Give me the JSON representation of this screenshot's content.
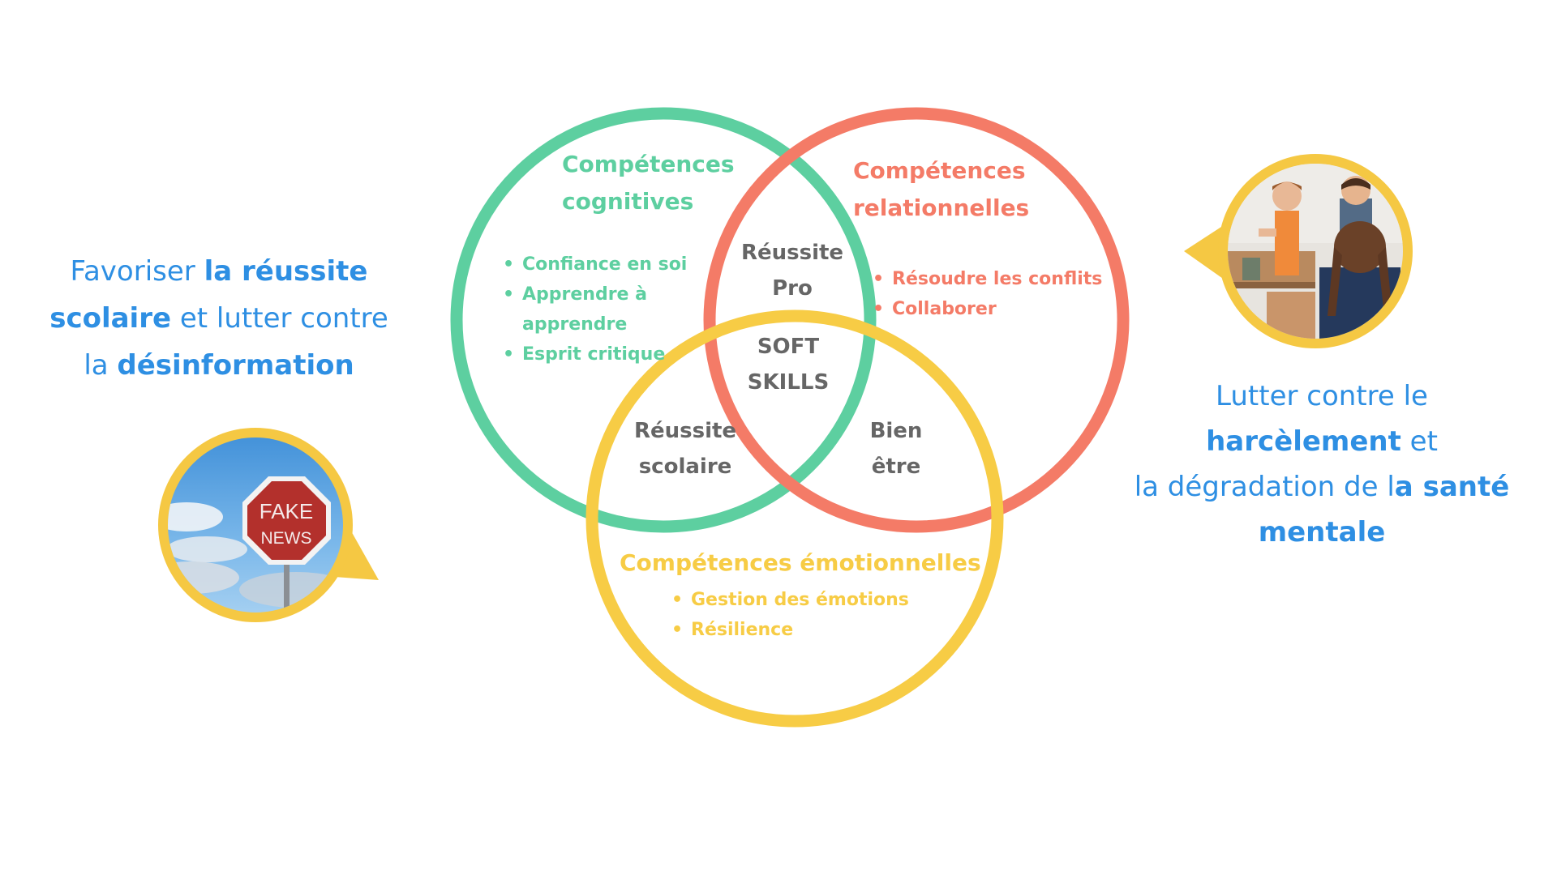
{
  "colors": {
    "cognitive": "#5dcfa0",
    "relational": "#f47b67",
    "emotional": "#f7cc45",
    "center_text": "#666666",
    "side_text": "#2e8fe3",
    "marker": "#f5c843"
  },
  "circles": {
    "cognitive": {
      "title_line1": "Compétences",
      "title_line2": "cognitives",
      "bullets": [
        "Confiance en soi",
        "Apprendre à",
        "apprendre",
        "Esprit critique"
      ]
    },
    "relational": {
      "title_line1": "Compétences",
      "title_line2": "relationnelles",
      "bullets": [
        "Résoudre les conflits",
        "Collaborer"
      ]
    },
    "emotional": {
      "title": "Compétences émotionnelles",
      "bullets": [
        "Gestion des émotions",
        "Résilience"
      ]
    }
  },
  "intersections": {
    "pro": {
      "line1": "Réussite",
      "line2": "Pro"
    },
    "center": {
      "line1": "SOFT",
      "line2": "SKILLS"
    },
    "scolaire": {
      "line1": "Réussite",
      "line2": "scolaire"
    },
    "bien_etre": {
      "line1": "Bien",
      "line2": "être"
    }
  },
  "left_panel": {
    "l1_plain": "Favoriser ",
    "l1_bold": "la réussite",
    "l2_bold": "scolaire",
    "l2_plain": " et lutter contre",
    "l3_plain": "la ",
    "l3_bold": "désinformation",
    "sign_line1": "FAKE",
    "sign_line2": "NEWS"
  },
  "right_panel": {
    "l1_plain": "Lutter contre le",
    "l2_bold": "harcèlement",
    "l2_plain": " et",
    "l3_plain": "la dégradation de l",
    "l3_bold": "a santé",
    "l4_bold": "mentale"
  }
}
